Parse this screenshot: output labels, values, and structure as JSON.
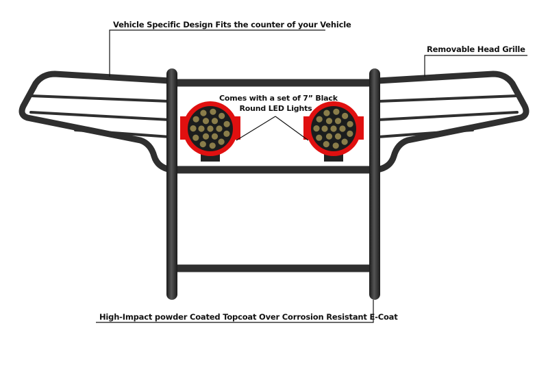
{
  "callouts": {
    "design": "Vehicle Specific Design Fits the counter of your Vehicle",
    "grille": "Removable Head Grille",
    "lights_line1": "Comes with a set of 7” Black",
    "lights_line2": "Round LED Lights",
    "coating": "High-Impact powder Coated Topcoat Over Corrosion Resistant E-Coat"
  },
  "colors": {
    "tube": "#2e2e2e",
    "light_housing": "#e01010",
    "led": "#8a7d4a",
    "lens": "#1b1d1d"
  }
}
